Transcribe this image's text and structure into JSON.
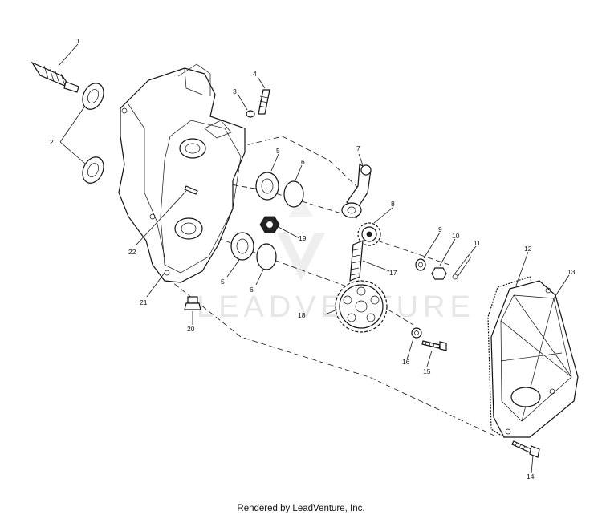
{
  "diagram": {
    "callouts": [
      "1",
      "2",
      "3",
      "4",
      "5",
      "6",
      "7",
      "8",
      "9",
      "10",
      "11",
      "12",
      "13",
      "14",
      "15",
      "16",
      "17",
      "18",
      "19",
      "20",
      "21",
      "22",
      "5",
      "6"
    ],
    "watermark": "LEADVENTURE"
  },
  "footer": {
    "text": "Rendered by LeadVenture, Inc."
  }
}
